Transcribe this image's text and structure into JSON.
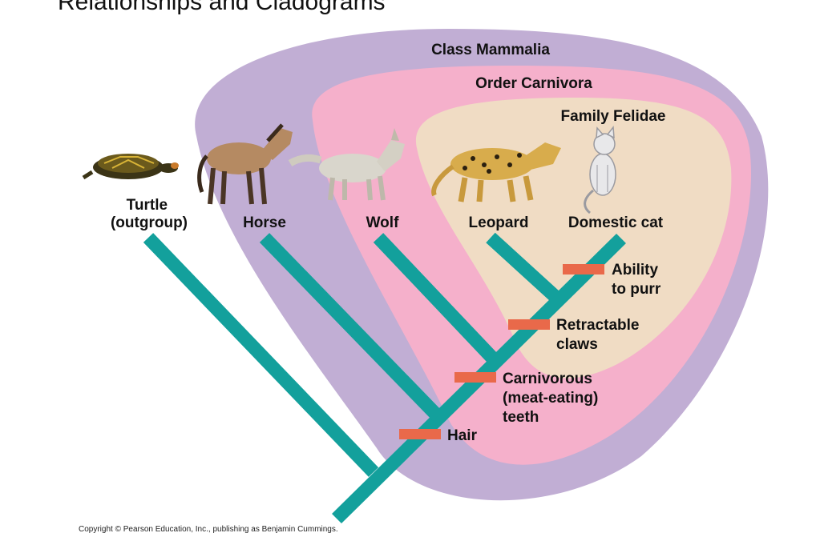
{
  "title": "Relationships and Cladograms",
  "colors": {
    "mammalia": "#c1aed4",
    "carnivora": "#f5b0cb",
    "felidae": "#f0dcc4",
    "branch": "#13a09c",
    "trait_bar": "#e9694a"
  },
  "groups": {
    "mammalia": "Class Mammalia",
    "carnivora": "Order Carnivora",
    "felidae": "Family Felidae"
  },
  "taxa": [
    {
      "line1": "Turtle",
      "line2": "(outgroup)"
    },
    {
      "line1": "Horse",
      "line2": ""
    },
    {
      "line1": "Wolf",
      "line2": ""
    },
    {
      "line1": "Leopard",
      "line2": ""
    },
    {
      "line1": "Domestic cat",
      "line2": ""
    }
  ],
  "traits": [
    {
      "lines": [
        "Hair"
      ]
    },
    {
      "lines": [
        "Carnivorous",
        "(meat-eating)",
        "teeth"
      ]
    },
    {
      "lines": [
        "Retractable",
        "claws"
      ]
    },
    {
      "lines": [
        "Ability",
        "to purr"
      ]
    }
  ],
  "copyright": "Copyright © Pearson Education, Inc., publishing as Benjamin Cummings."
}
